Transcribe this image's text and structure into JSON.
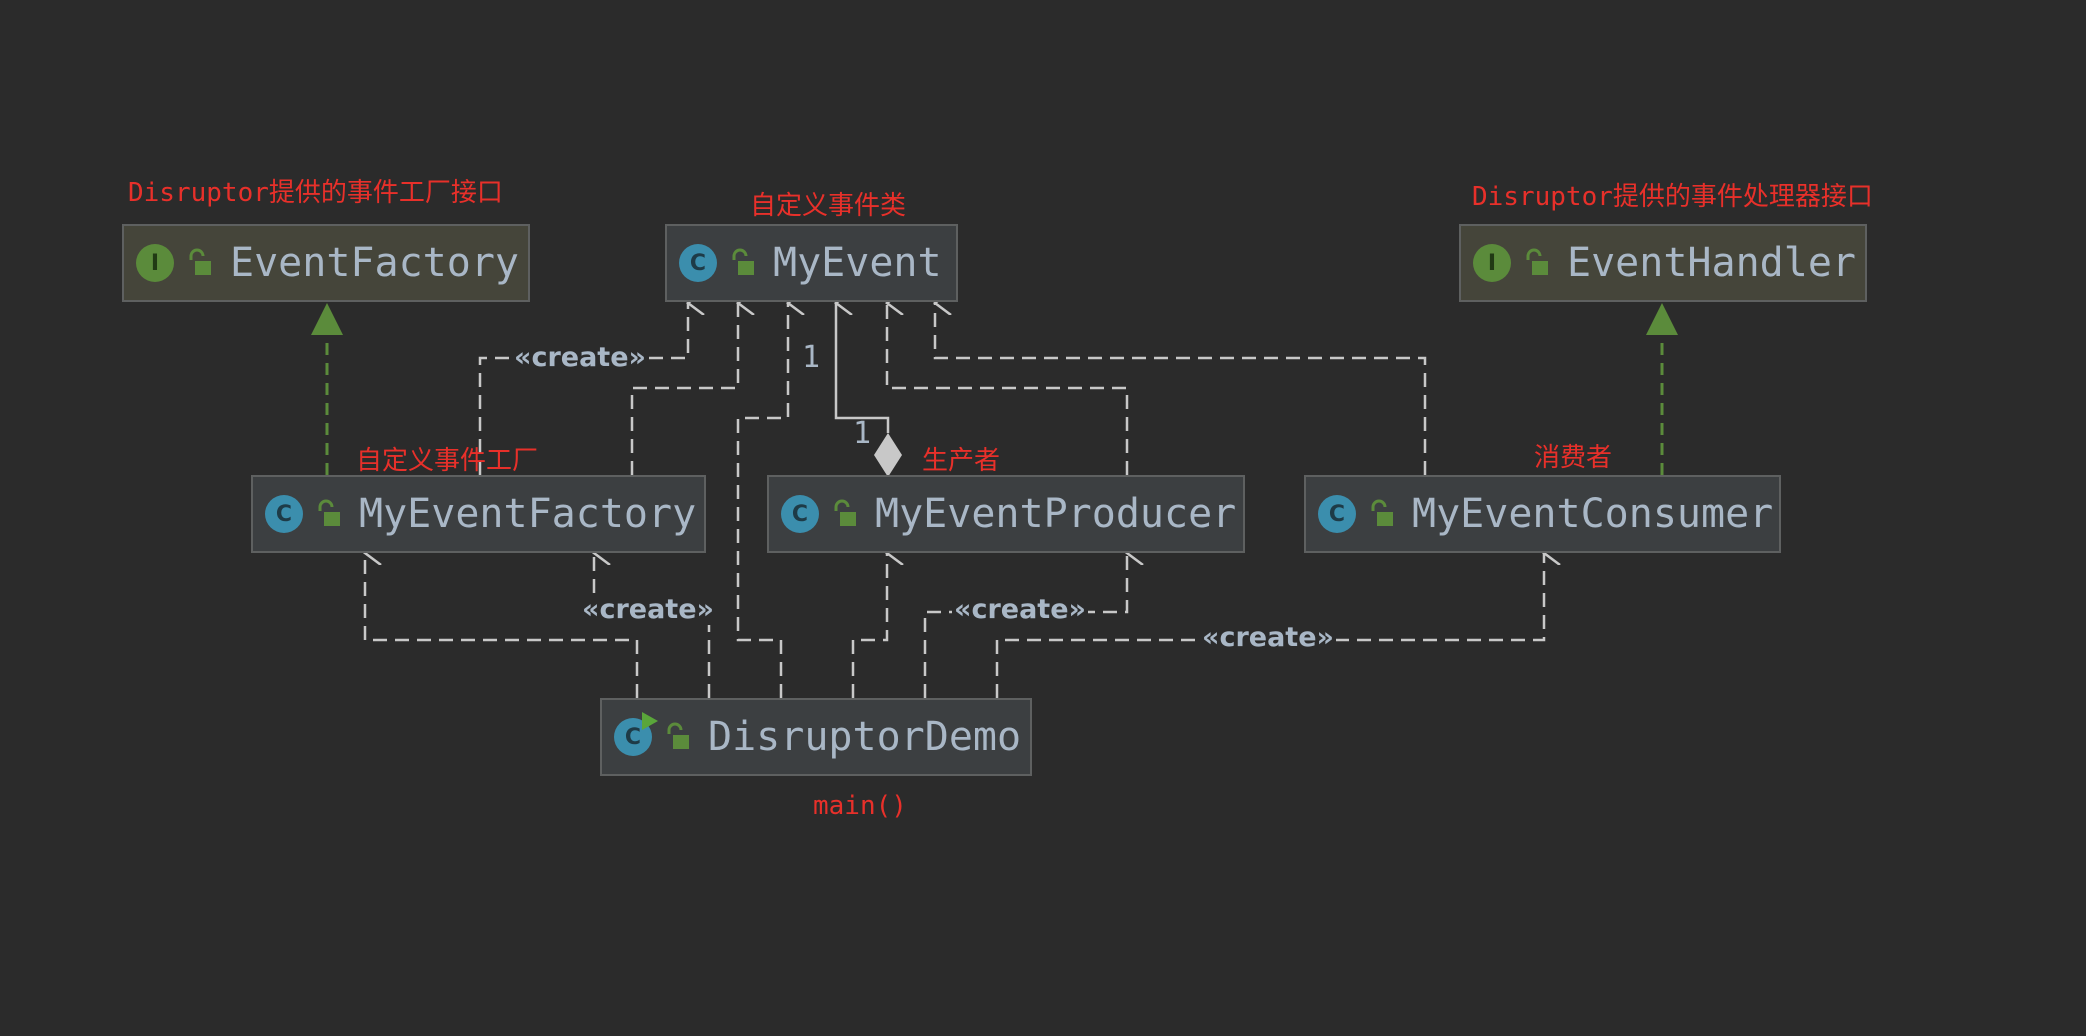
{
  "nodes": {
    "event_factory": {
      "name": "EventFactory",
      "kind": "interface",
      "badge": "I"
    },
    "my_event": {
      "name": "MyEvent",
      "kind": "class",
      "badge": "C"
    },
    "event_handler": {
      "name": "EventHandler",
      "kind": "interface",
      "badge": "I"
    },
    "my_event_factory": {
      "name": "MyEventFactory",
      "kind": "class",
      "badge": "C"
    },
    "my_event_producer": {
      "name": "MyEventProducer",
      "kind": "class",
      "badge": "C"
    },
    "my_event_consumer": {
      "name": "MyEventConsumer",
      "kind": "class",
      "badge": "C"
    },
    "disruptor_demo": {
      "name": "DisruptorDemo",
      "kind": "class",
      "badge": "C"
    }
  },
  "annotations": {
    "event_factory_note": "Disruptor提供的事件工厂接口",
    "my_event_note": "自定义事件类",
    "event_handler_note": "Disruptor提供的事件处理器接口",
    "my_event_factory_note": "自定义事件工厂",
    "producer_note": "生产者",
    "consumer_note": "消费者",
    "demo_note": "main()"
  },
  "edge_labels": {
    "factory_create": "«create»",
    "demo_factory_create": "«create»",
    "demo_producer_create": "«create»",
    "demo_consumer_create": "«create»",
    "composition_target_mult": "1",
    "composition_source_mult": "1"
  },
  "colors": {
    "background": "#2b2b2b",
    "node_fill": "#3c3f41",
    "interface_fill": "#45453a",
    "node_border": "#5e6060",
    "node_text": "#a9b7c6",
    "class_badge": "#3b8ead",
    "interface_badge": "#5b8b3b",
    "annotation": "#e8302a",
    "dependency_edge": "#c8c8c8",
    "realization_edge": "#5b8b3b"
  }
}
